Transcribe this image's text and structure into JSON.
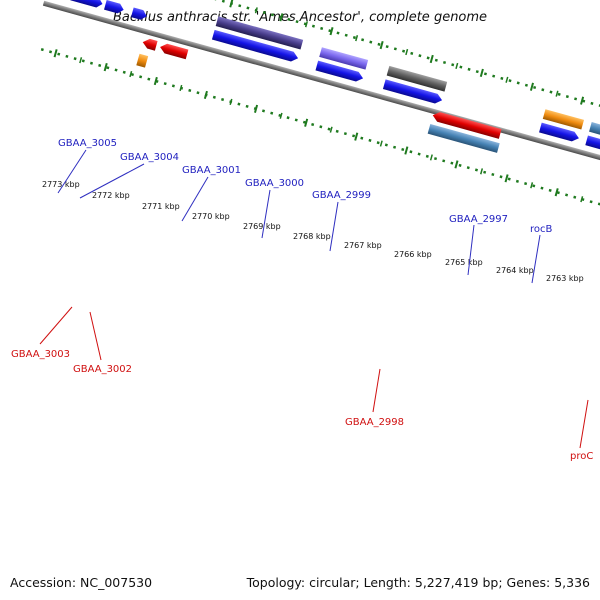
{
  "header": {
    "title": "Bacillus anthracis str. 'Ames Ancestor', complete genome"
  },
  "footer": {
    "accession": "Accession: NC_007530",
    "summary": "Topology: circular; Length: 5,227,419 bp; Genes: 5,336"
  },
  "scale": {
    "labels": [
      "2773 kbp",
      "2772 kbp",
      "2771 kbp",
      "2770 kbp",
      "2769 kbp",
      "2768 kbp",
      "2767 kbp",
      "2766 kbp",
      "2765 kbp",
      "2764 kbp",
      "2763 kbp"
    ]
  },
  "genes": {
    "top": [
      "GBAA_3005",
      "GBAA_3004",
      "GBAA_3001",
      "GBAA_3000",
      "GBAA_2999",
      "GBAA_2997",
      "rocB"
    ],
    "bottom": [
      "GBAA_3003",
      "GBAA_3002",
      "GBAA_2998",
      "proC"
    ]
  },
  "colors": {
    "forward_cds": "#1010e8",
    "reverse_cds": "#e00000",
    "gene_gray": "#606060",
    "gene_orange": "#f08c10",
    "gene_steelblue": "#4682b4",
    "gene_darkslate": "#483d8b",
    "gene_mediumslate": "#7b68ee",
    "gene_green": "#20b020",
    "backbone": "#808080",
    "tick_green": "#1f7a1f",
    "label_top": "#1f1fbf",
    "label_bottom": "#d01010"
  }
}
